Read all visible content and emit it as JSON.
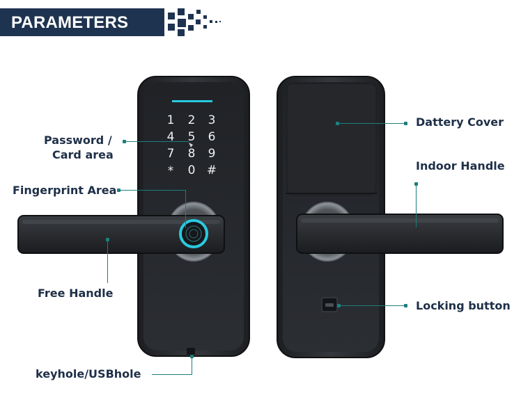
{
  "header": {
    "title": "PARAMETERS"
  },
  "labels": {
    "password_line1": "Password /",
    "password_line2": "Card area",
    "fingerprint": "Fingerprint Area",
    "free_handle": "Free Handle",
    "keyhole": "keyhole/USBhole",
    "battery_cover": "Dattery Cover",
    "indoor_handle": "Indoor Handle",
    "locking_button": "Locking button"
  },
  "keypad": {
    "keys": [
      "1",
      "2",
      "3",
      "4",
      "5",
      "6",
      "7",
      "8",
      "9",
      "*",
      "0",
      "#"
    ]
  },
  "colors": {
    "header_bg": "#1e3350",
    "leader_line": "#1d7f7f",
    "accent_glow": "#29c9e0",
    "lock_body": "#2a2d31"
  }
}
